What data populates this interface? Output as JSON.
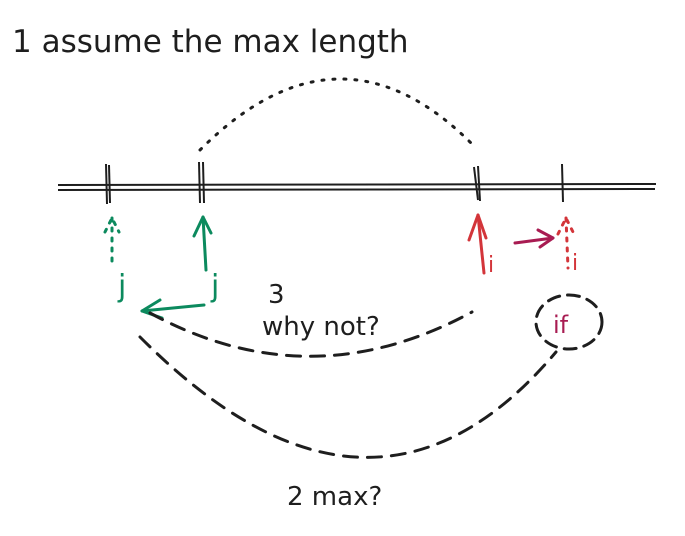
{
  "diagram": {
    "step1_label": "1  assume the max length",
    "step2_label": "2  max?",
    "step3_number": "3",
    "step3_question": "why not?",
    "pointer_j_assumed": "j",
    "pointer_j_current": "j",
    "pointer_i": "i",
    "pointer_i_next": "i",
    "condition_label": "if"
  },
  "colors": {
    "ink": "#1e1e1e",
    "green": "#0c8a5e",
    "red": "#d3353a",
    "crimson": "#a81c52"
  }
}
